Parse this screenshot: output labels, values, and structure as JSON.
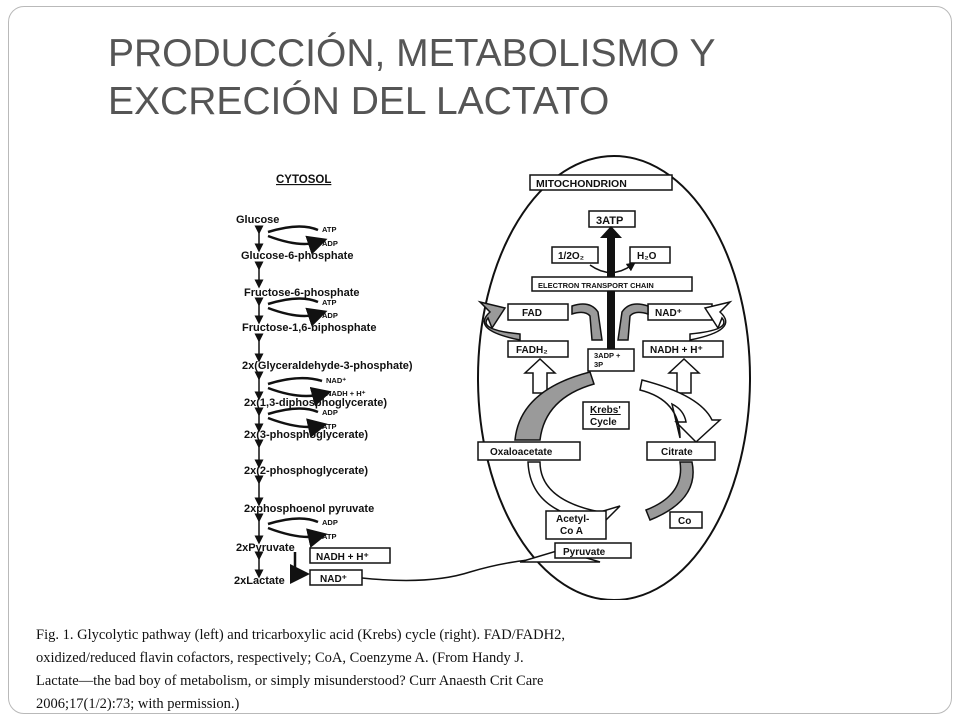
{
  "title": {
    "line1": "PRODUCCIÓN, METABOLISMO Y",
    "line2": "EXCRECIÓN DEL LACTATO"
  },
  "diagram": {
    "cytosol_label": "CYTOSOL",
    "mitochondrion_label": "MITOCHONDRION",
    "glycolysis": {
      "glucose": "Glucose",
      "g6p": "Glucose-6-phosphate",
      "f6p": "Fructose-6-phosphate",
      "f16bp": "Fructose-1,6-biphosphate",
      "g3p": "2x(Glyceraldehyde-3-phosphate)",
      "bpg": "2x(1,3-diphosphoglycerate)",
      "pg3": "2x(3-phosphoglycerate)",
      "pg2": "2x(2-phosphoglycerate)",
      "pep": "2xphosphoenol pyruvate",
      "pyruvate": "2xPyruvate",
      "lactate": "2xLactate"
    },
    "cofactors": {
      "atp": "ATP",
      "adp": "ADP",
      "nad_plus": "NAD⁺",
      "nadh": "NADH + H⁺"
    },
    "mito": {
      "atp3": "3ATP",
      "o2": "1/2O₂",
      "h2o": "H₂O",
      "etc": "ELECTRON TRANSPORT CHAIN",
      "fad": "FAD",
      "nad_plus": "NAD⁺",
      "fadh2": "FADH₂",
      "adp_line1": "3ADP +",
      "adp_line2": "3P",
      "nadh": "NADH + H⁺",
      "krebs_line1": "Krebs'",
      "krebs_line2": "Cycle",
      "oxaloacetate": "Oxaloacetate",
      "citrate": "Citrate",
      "acetyl_line1": "Acetyl-",
      "acetyl_line2": "Co A",
      "co": "Co",
      "pyruvate": "Pyruvate"
    },
    "lactate_box": {
      "nadh": "NADH + H⁺",
      "nad_plus": "NAD⁺"
    }
  },
  "caption": {
    "line1": "Fig. 1. Glycolytic pathway (left) and tricarboxylic acid (Krebs) cycle (right). FAD/FADH2,",
    "line2": "oxidized/reduced flavin cofactors, respectively; CoA, Coenzyme A. (From Handy J.",
    "line3": "Lactate—the bad boy of metabolism, or simply misunderstood? Curr Anaesth Crit Care",
    "line4": "2006;17(1/2):73; with permission.)"
  }
}
